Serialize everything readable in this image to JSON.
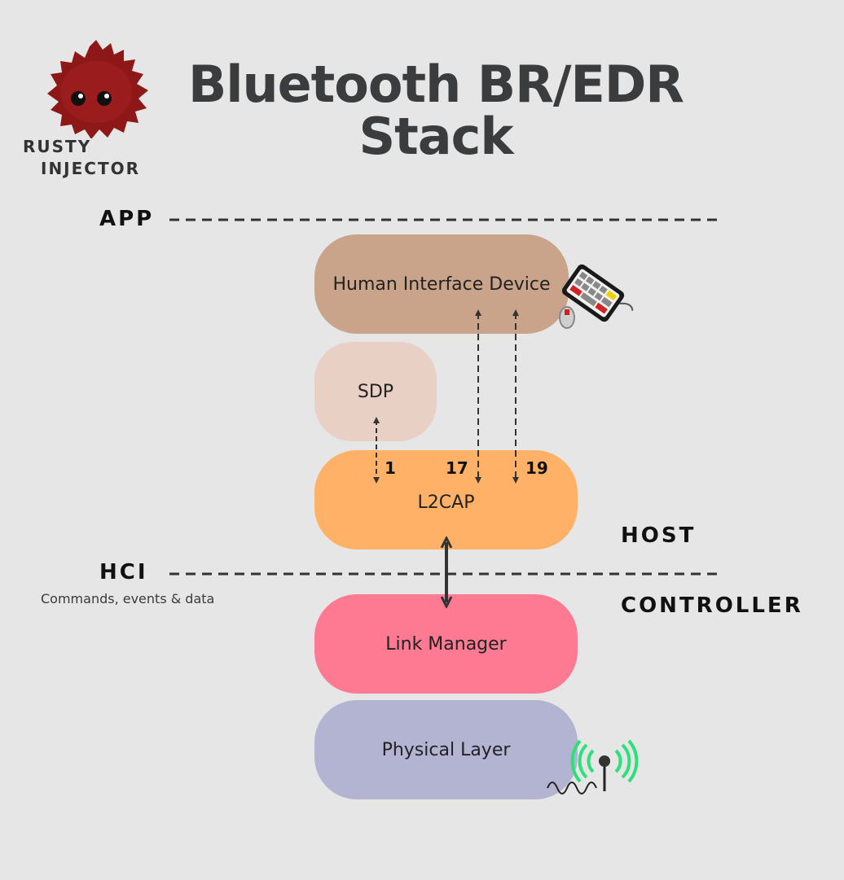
{
  "title": {
    "line1": "Bluetooth BR/EDR",
    "line2": "Stack"
  },
  "brand": {
    "line1": "RUSTY",
    "line2": "INJECTOR",
    "logo_icon": "ferris-crab-icon"
  },
  "layers": {
    "app": "APP",
    "hci": "HCI",
    "hci_sub": "Commands, events & data",
    "host": "HOST",
    "controller": "CONTROLLER"
  },
  "blocks": {
    "hid": {
      "label": "Human Interface Device",
      "color": "#c9a48a",
      "icon": "keyboard-mouse-icon"
    },
    "sdp": {
      "label": "SDP",
      "color": "#e8d0c5"
    },
    "l2cap": {
      "label": "L2CAP",
      "color": "#ffb267"
    },
    "link_manager": {
      "label": "Link Manager",
      "color": "#fe7a93"
    },
    "physical": {
      "label": "Physical Layer",
      "color": "#b3b3d2",
      "icon": "antenna-signal-icon"
    }
  },
  "psm_ports": {
    "sdp": "1",
    "hid_control": "17",
    "hid_interrupt": "19"
  }
}
